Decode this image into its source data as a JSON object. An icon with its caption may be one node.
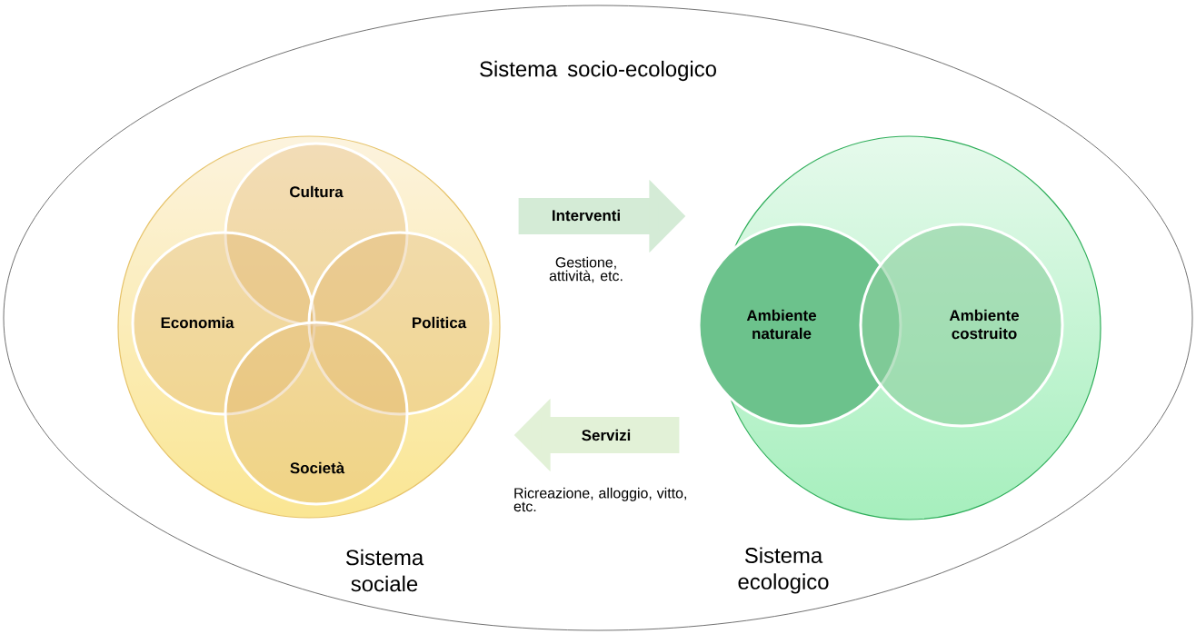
{
  "diagram": {
    "nodes": [
      {
        "text": [
          "Sistema socio-ecologico"
        ]
      },
      {
        "text": [
          "Sistema sociale"
        ],
        "in": 0
      },
      {
        "text": [
          "Cultura"
        ],
        "in": 1
      },
      {
        "text": [
          "Economia"
        ],
        "in": 1
      },
      {
        "text": [
          "Politica"
        ],
        "in": 1
      },
      {
        "text": [
          "Società"
        ],
        "in": 1
      },
      {
        "text": [
          "Sistema ecologico"
        ],
        "in": 0
      },
      {
        "text": [
          "Ambiente naturale"
        ],
        "in": 6
      },
      {
        "text": [
          "Ambiente costruito"
        ],
        "in": 6
      }
    ],
    "edges": [
      {
        "from": 1,
        "to": 6,
        "arrow": "to",
        "label": "Interventi"
      },
      {
        "from": 6,
        "to": 1,
        "arrow": "to",
        "label": "Servizi"
      }
    ],
    "labels": [
      "Gestione, attività, etc.",
      "Ricreazione, alloggio, vitto, etc."
    ]
  }
}
